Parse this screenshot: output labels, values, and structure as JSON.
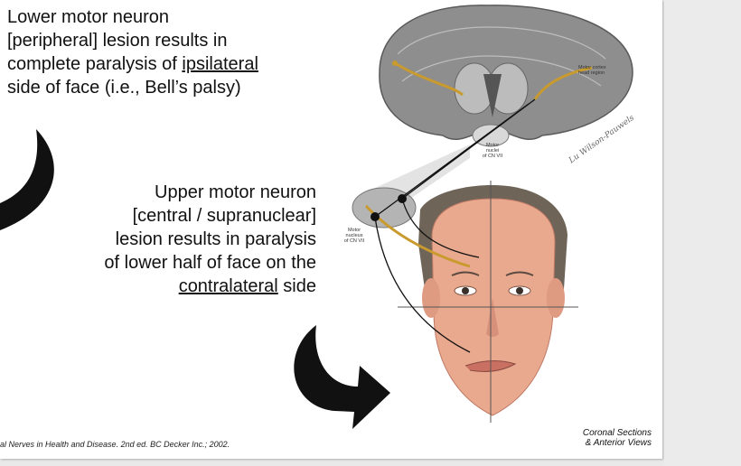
{
  "lmn": {
    "line1": "Lower motor neuron",
    "line2": "[peripheral] lesion results in",
    "line3_pre": "complete paralysis of ",
    "line3_u": "ipsilateral",
    "line4": "side of face (i.e., Bell’s palsy)"
  },
  "umn": {
    "line1": "Upper motor neuron",
    "line2": "[central / supranuclear]",
    "line3": "lesion results in paralysis",
    "line4": "of lower half of face on the",
    "line5_u": "contralateral",
    "line5_post": " side"
  },
  "labels": {
    "cortex_line1": "Motor cortex",
    "cortex_line2": "head region",
    "brain_nucleus_1": "Motor",
    "brain_nucleus_2": "nuclei",
    "brain_nucleus_3": "of CN VII",
    "motor_nucleus_1": "Motor",
    "motor_nucleus_2": "nucleus",
    "motor_nucleus_3": "of CN VII",
    "views_line1": "Coronal Sections",
    "views_line2": "& Anterior Views",
    "signature": "Lu Wilson-Pauwels"
  },
  "citation": "al Nerves in Health and Disease. 2nd ed. BC Decker Inc.; 2002.",
  "colors": {
    "pathway": "#c99a2e",
    "brain": "#8a8a8a",
    "skin": "#e9a98f",
    "arrow": "#111111"
  }
}
